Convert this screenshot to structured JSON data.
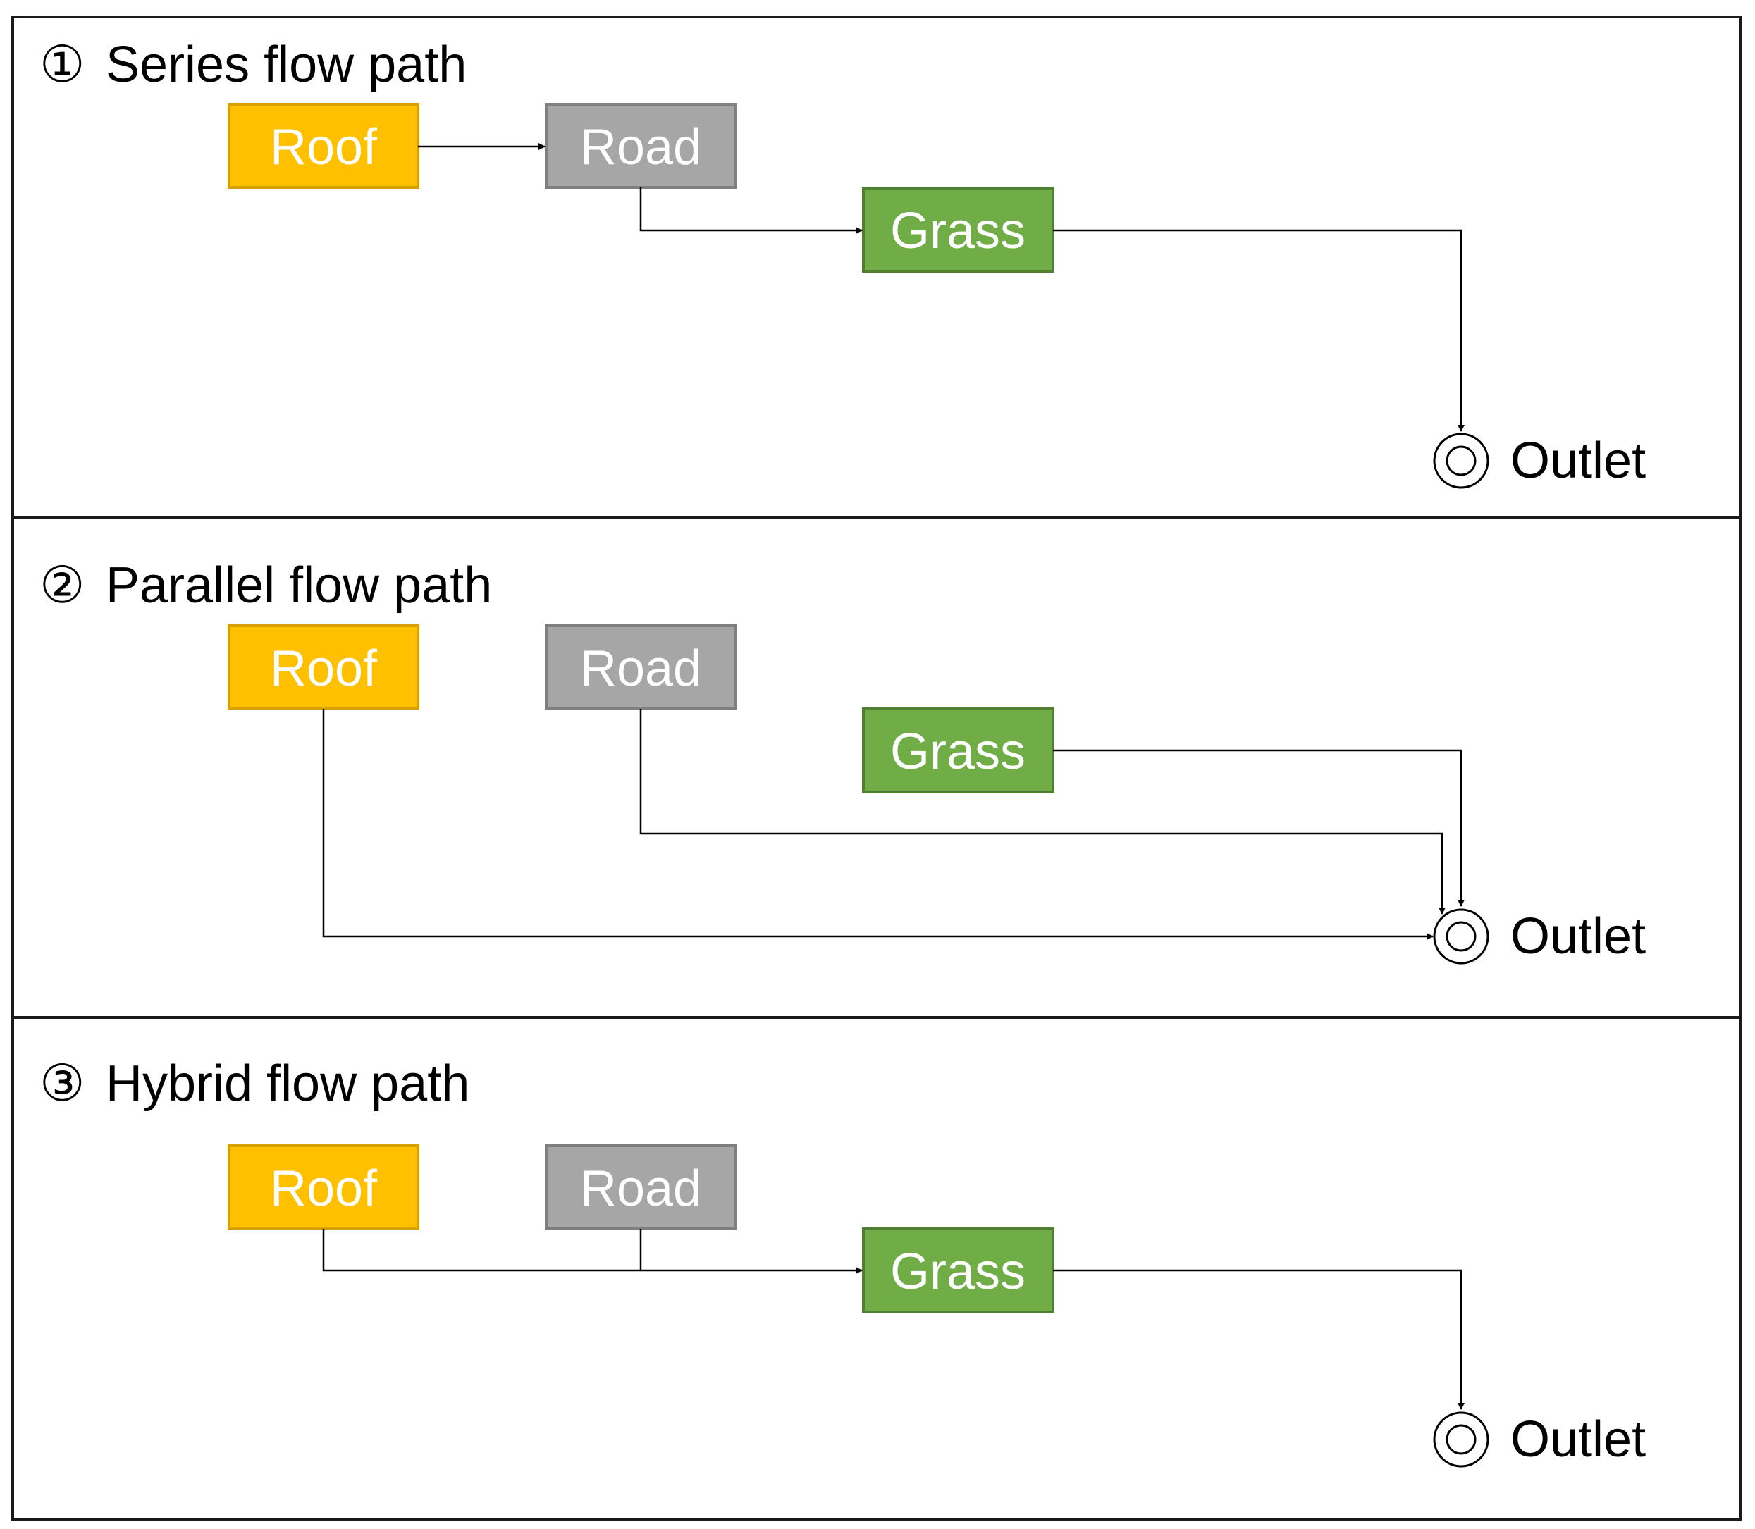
{
  "panels": [
    {
      "marker": "①",
      "title": "Series flow path",
      "nodes": {
        "roof": "Roof",
        "road": "Road",
        "grass": "Grass",
        "outlet": "Outlet"
      },
      "connections": [
        [
          "Roof",
          "Road"
        ],
        [
          "Road",
          "Grass"
        ],
        [
          "Grass",
          "Outlet"
        ]
      ]
    },
    {
      "marker": "②",
      "title": "Parallel flow path",
      "nodes": {
        "roof": "Roof",
        "road": "Road",
        "grass": "Grass",
        "outlet": "Outlet"
      },
      "connections": [
        [
          "Roof",
          "Outlet"
        ],
        [
          "Road",
          "Outlet"
        ],
        [
          "Grass",
          "Outlet"
        ]
      ]
    },
    {
      "marker": "③",
      "title": "Hybrid flow path",
      "nodes": {
        "roof": "Roof",
        "road": "Road",
        "grass": "Grass",
        "outlet": "Outlet"
      },
      "connections": [
        [
          "Roof",
          "Grass"
        ],
        [
          "Road",
          "Grass"
        ],
        [
          "Grass",
          "Outlet"
        ]
      ]
    }
  ],
  "colors": {
    "roof": "#FFC000",
    "roof_border": "#D6A000",
    "road": "#A6A6A6",
    "road_border": "#7F7F7F",
    "grass": "#70AD47",
    "grass_border": "#507E32"
  }
}
